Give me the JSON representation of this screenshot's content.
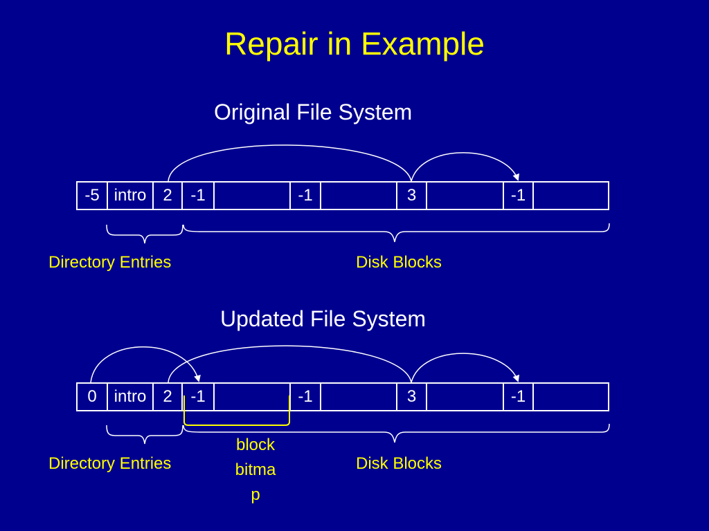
{
  "title": "Repair in Example",
  "original": {
    "heading": "Original File System",
    "cells": [
      "-5",
      "intro",
      "2",
      "-1",
      "",
      "-1",
      "",
      "3",
      "",
      "-1",
      ""
    ],
    "label_directory": "Directory Entries",
    "label_disk": "Disk Blocks"
  },
  "updated": {
    "heading": "Updated File System",
    "cells": [
      "0",
      "intro",
      "2",
      "-1",
      "",
      "-1",
      "",
      "3",
      "",
      "-1",
      ""
    ],
    "label_directory": "Directory Entries",
    "label_disk": "Disk Blocks",
    "label_bitmap_line1": "block",
    "label_bitmap_line2": "bitma",
    "label_bitmap_line3": "p"
  },
  "colors": {
    "background": "#00008f",
    "title": "#ffff00",
    "text": "#ffffff",
    "labels": "#ffff00"
  }
}
